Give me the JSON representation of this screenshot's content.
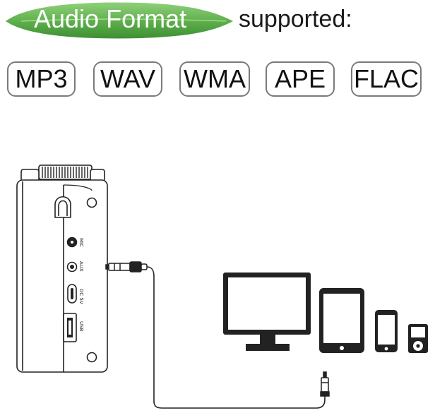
{
  "header": {
    "title": "Audio Format",
    "subtitle": "supported:",
    "leaf_color": "#5cae4a"
  },
  "formats": [
    "MP3",
    "WAV",
    "WMA",
    "APE",
    "FLAC"
  ],
  "ports": [
    {
      "name": "mic",
      "label": "MIC"
    },
    {
      "name": "aux",
      "label": "AUX"
    },
    {
      "name": "dc",
      "label": "DC 5V"
    },
    {
      "name": "usb",
      "label": "USB"
    }
  ],
  "devices": [
    "monitor-icon",
    "tablet-icon",
    "phone-icon",
    "mp3-player-icon"
  ]
}
